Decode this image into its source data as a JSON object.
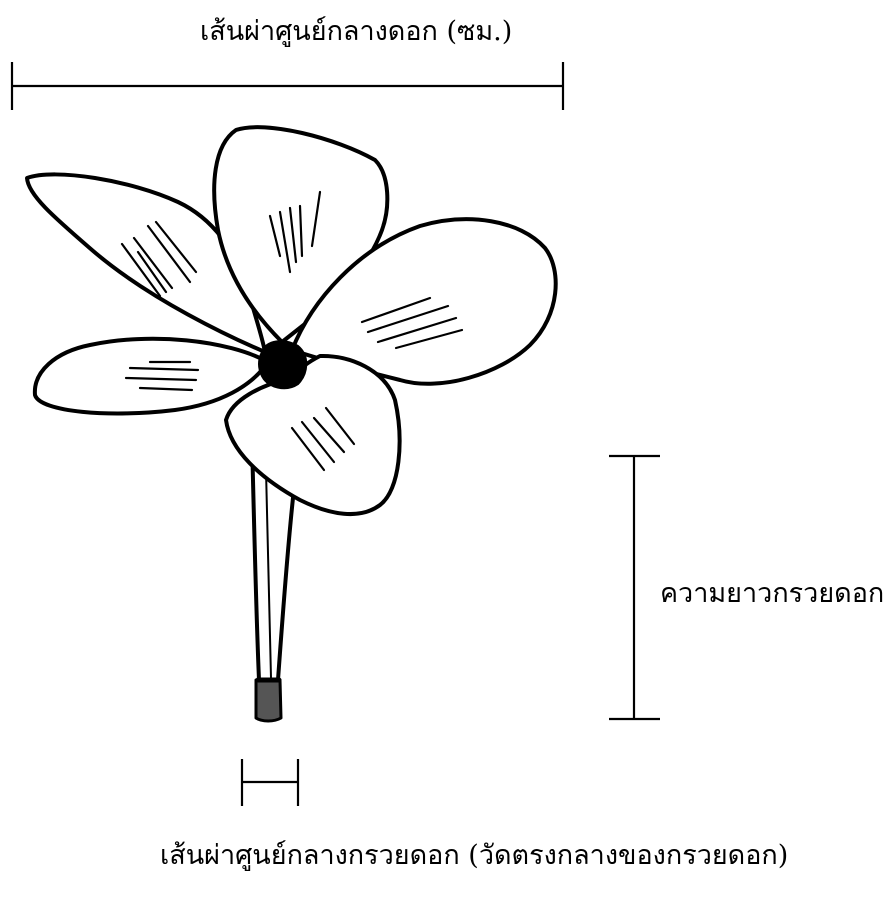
{
  "labels": {
    "flower_diameter": "เส้นผ่าศูนย์กลางดอก (ซม.)",
    "tube_length": "ความยาวกรวยดอก",
    "tube_diameter": "เส้นผ่าศูนย์กลางกรวยดอก (วัดตรงกลางของกรวยดอก)"
  },
  "colors": {
    "ink": "#000000",
    "background": "#ffffff"
  }
}
